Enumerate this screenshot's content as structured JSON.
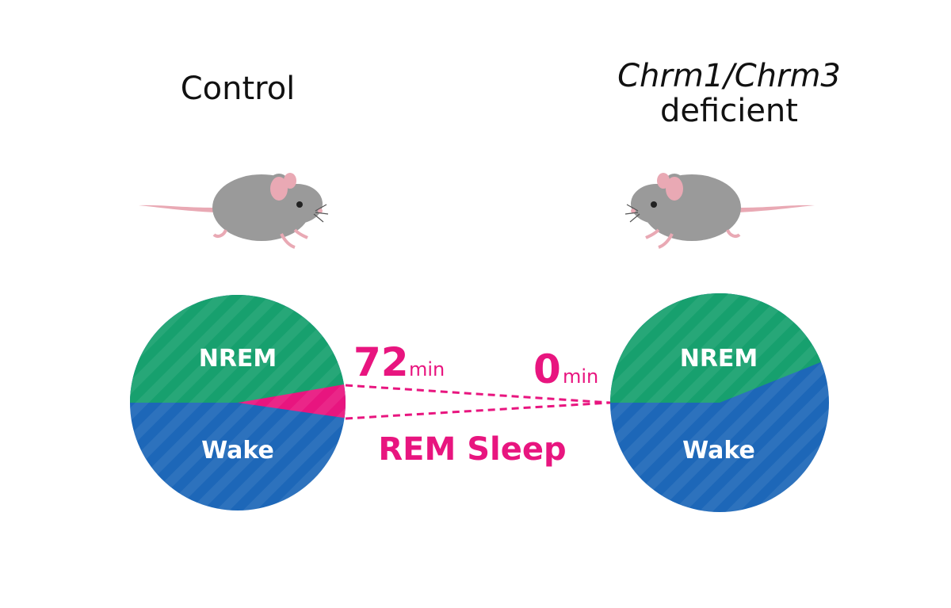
{
  "groups": {
    "control": {
      "title": "Control"
    },
    "deficient": {
      "title_italic": "Chrm1/Chrm3",
      "title_plain": "deficient"
    }
  },
  "pie_left": {
    "nrem_label": "NREM",
    "wake_label": "Wake",
    "segments": [
      {
        "name": "NREM",
        "fraction": 0.47,
        "color": "#17a06e"
      },
      {
        "name": "REM",
        "fraction": 0.05,
        "color": "#e8157f"
      },
      {
        "name": "Wake",
        "fraction": 0.48,
        "color": "#1d67b8"
      }
    ]
  },
  "pie_right": {
    "nrem_label": "NREM",
    "wake_label": "Wake",
    "segments": [
      {
        "name": "NREM",
        "fraction": 0.46,
        "color": "#17a06e"
      },
      {
        "name": "REM",
        "fraction": 0.0,
        "color": "#e8157f"
      },
      {
        "name": "Wake",
        "fraction": 0.54,
        "color": "#1d67b8"
      }
    ]
  },
  "callouts": {
    "left_value": "72",
    "left_unit": "min",
    "right_value": "0",
    "right_unit": "min",
    "rem_label": "REM Sleep",
    "color": "#e8157f"
  },
  "colors": {
    "nrem": "#17a06e",
    "wake": "#1d67b8",
    "rem": "#e8157f",
    "mouse_body": "#9a9a9a",
    "mouse_pink": "#e9a9b4"
  },
  "icons": [
    "mouse-icon"
  ]
}
